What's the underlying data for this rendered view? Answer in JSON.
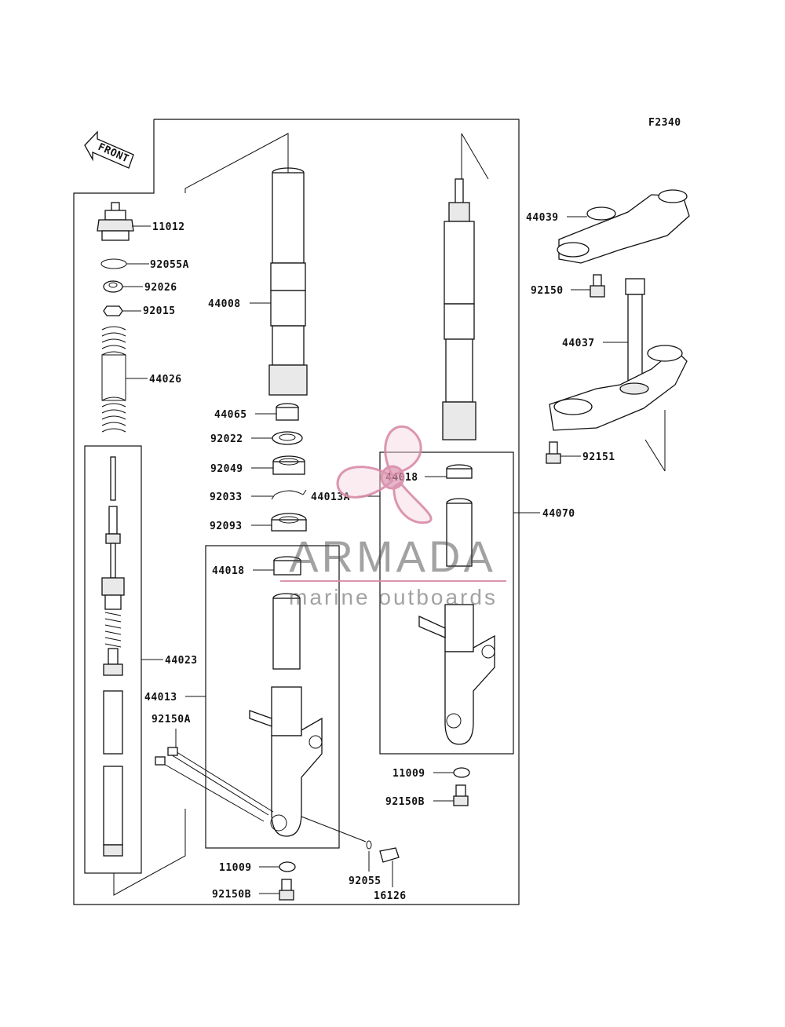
{
  "figure_code": "F2340",
  "front_arrow_label": "FRONT",
  "watermark": {
    "brand": "ARMADA",
    "tagline": "marine outboards",
    "color": "#d98aa8"
  },
  "parts": [
    {
      "id": "p11012",
      "number": "11012"
    },
    {
      "id": "p92055A",
      "number": "92055A"
    },
    {
      "id": "p92026",
      "number": "92026"
    },
    {
      "id": "p92015",
      "number": "92015"
    },
    {
      "id": "p44026",
      "number": "44026"
    },
    {
      "id": "p44008",
      "number": "44008"
    },
    {
      "id": "p44065",
      "number": "44065"
    },
    {
      "id": "p92022",
      "number": "92022"
    },
    {
      "id": "p92049",
      "number": "92049"
    },
    {
      "id": "p92033",
      "number": "92033"
    },
    {
      "id": "p44013A",
      "number": "44013A"
    },
    {
      "id": "p92093",
      "number": "92093"
    },
    {
      "id": "p44018a",
      "number": "44018"
    },
    {
      "id": "p44018b",
      "number": "44018"
    },
    {
      "id": "p44070",
      "number": "44070"
    },
    {
      "id": "p44023",
      "number": "44023"
    },
    {
      "id": "p44013",
      "number": "44013"
    },
    {
      "id": "p92150A",
      "number": "92150A"
    },
    {
      "id": "p11009a",
      "number": "11009"
    },
    {
      "id": "p92150Ba",
      "number": "92150B"
    },
    {
      "id": "p11009b",
      "number": "11009"
    },
    {
      "id": "p92150Bb",
      "number": "92150B"
    },
    {
      "id": "p92055",
      "number": "92055"
    },
    {
      "id": "p16126",
      "number": "16126"
    },
    {
      "id": "p44039",
      "number": "44039"
    },
    {
      "id": "p92150",
      "number": "92150"
    },
    {
      "id": "p44037",
      "number": "44037"
    },
    {
      "id": "p92151",
      "number": "92151"
    }
  ]
}
